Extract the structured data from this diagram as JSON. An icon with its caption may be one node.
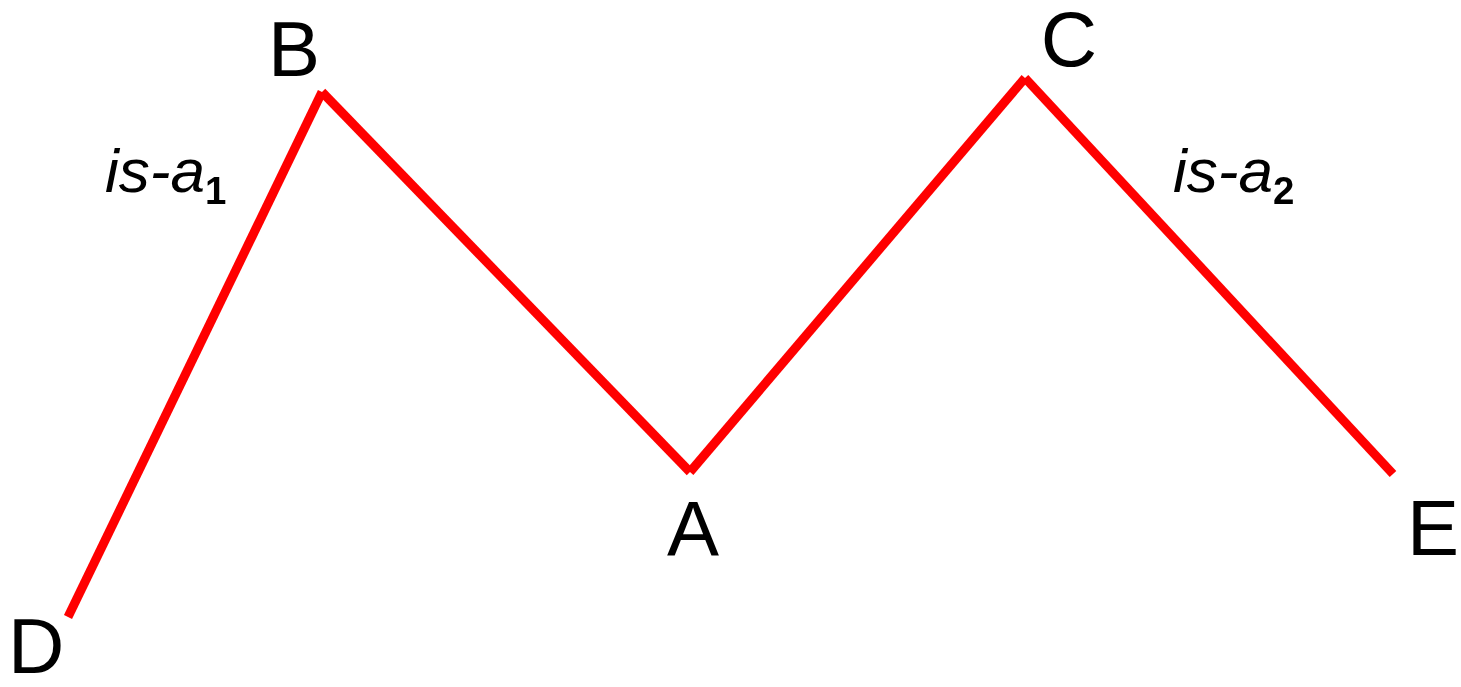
{
  "diagram": {
    "nodes": [
      {
        "text": [
          "B"
        ]
      },
      {
        "text": [
          "C"
        ]
      },
      {
        "text": [
          "A"
        ]
      },
      {
        "text": [
          "E"
        ]
      },
      {
        "text": [
          "D"
        ]
      }
    ],
    "edges": [
      {
        "from": 4,
        "to": 0,
        "arrow": "none",
        "label": "*is-a*$_{1}$"
      },
      {
        "from": 0,
        "to": 2,
        "arrow": "none"
      },
      {
        "from": 2,
        "to": 1,
        "arrow": "none"
      },
      {
        "from": 1,
        "to": 3,
        "arrow": "none",
        "label": "*is-a*$_{2}$"
      }
    ]
  }
}
